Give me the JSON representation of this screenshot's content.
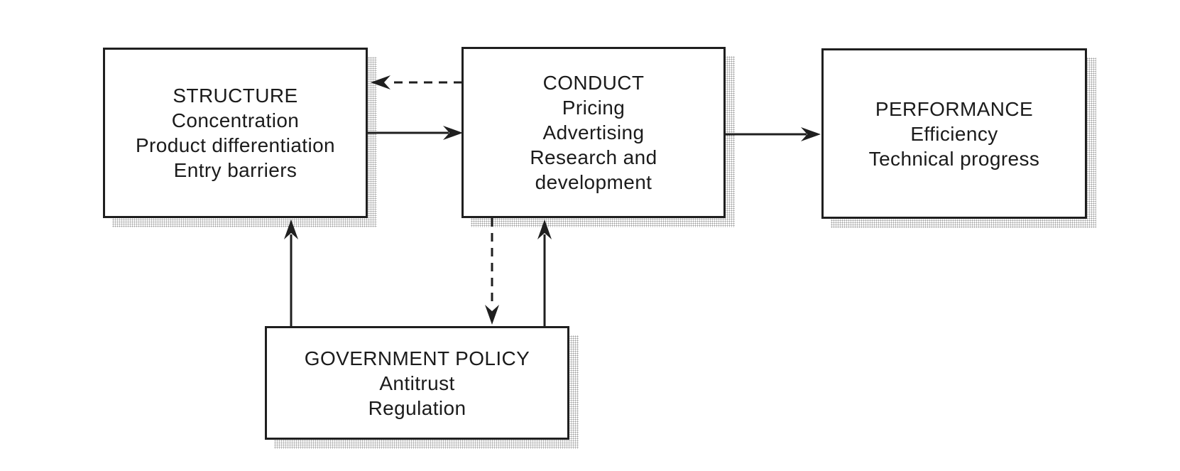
{
  "diagram": "structure-conduct-performance-model",
  "boxes": {
    "structure": {
      "title": "STRUCTURE",
      "lines": [
        "Concentration",
        "Product differentiation",
        "Entry barriers"
      ]
    },
    "conduct": {
      "title": "CONDUCT",
      "lines": [
        "Pricing",
        "Advertising",
        "Research and",
        "development"
      ]
    },
    "performance": {
      "title": "PERFORMANCE",
      "lines": [
        "Efficiency",
        "Technical progress"
      ]
    },
    "government_policy": {
      "title": "GOVERNMENT POLICY",
      "lines": [
        "Antitrust",
        "Regulation"
      ]
    }
  },
  "arrows": [
    {
      "from": "structure",
      "to": "conduct",
      "style": "solid"
    },
    {
      "from": "conduct",
      "to": "structure",
      "style": "dashed"
    },
    {
      "from": "conduct",
      "to": "performance",
      "style": "solid"
    },
    {
      "from": "conduct",
      "to": "government_policy",
      "style": "dashed"
    },
    {
      "from": "government_policy",
      "to": "structure",
      "style": "solid"
    },
    {
      "from": "government_policy",
      "to": "conduct",
      "style": "solid"
    }
  ],
  "colors": {
    "background": "#ffffff",
    "line": "#1f1f1f",
    "text": "#1b1b1b",
    "shadow_dot": "#9b9b9b"
  }
}
